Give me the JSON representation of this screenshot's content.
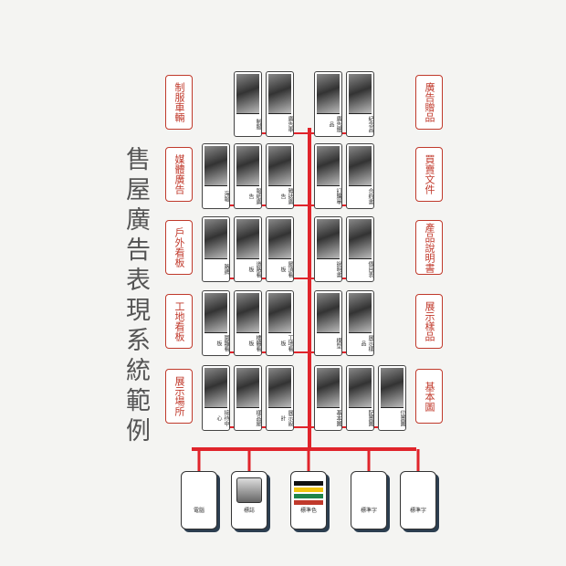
{
  "title": "售屋廣告表現系統範例",
  "colors": {
    "line": "#e0242b",
    "category": "#c0392b"
  },
  "left_categories": [
    "制服車輛",
    "媒體廣告",
    "戶外看板",
    "工地看板",
    "展示場所"
  ],
  "right_categories": [
    "廣告贈品",
    "買賣文件",
    "產品說明書",
    "展示樣品",
    "基本圖"
  ],
  "left_thumbs": [
    [
      "制服",
      "廣告車"
    ],
    [
      "海報",
      "報紙廣告",
      "雜誌廣告"
    ],
    [
      "路牌",
      "道路看板",
      "屋頂看板"
    ],
    [
      "圍籬看板",
      "樓體看板",
      "工地看板"
    ],
    [
      "接待中心",
      "樣品屋",
      "展示設計"
    ]
  ],
  "right_thumbs": [
    [
      "廣告贈品",
      "紀念品"
    ],
    [
      "訂購單",
      "合約書"
    ],
    [
      "說明書",
      "價目表"
    ],
    [
      "模型",
      "展示樣品"
    ],
    [
      "基本圖",
      "配置圖",
      "位置圖"
    ]
  ],
  "bottom_cards": [
    "電腦",
    "標誌",
    "標準色",
    "標準字",
    "標準字"
  ]
}
